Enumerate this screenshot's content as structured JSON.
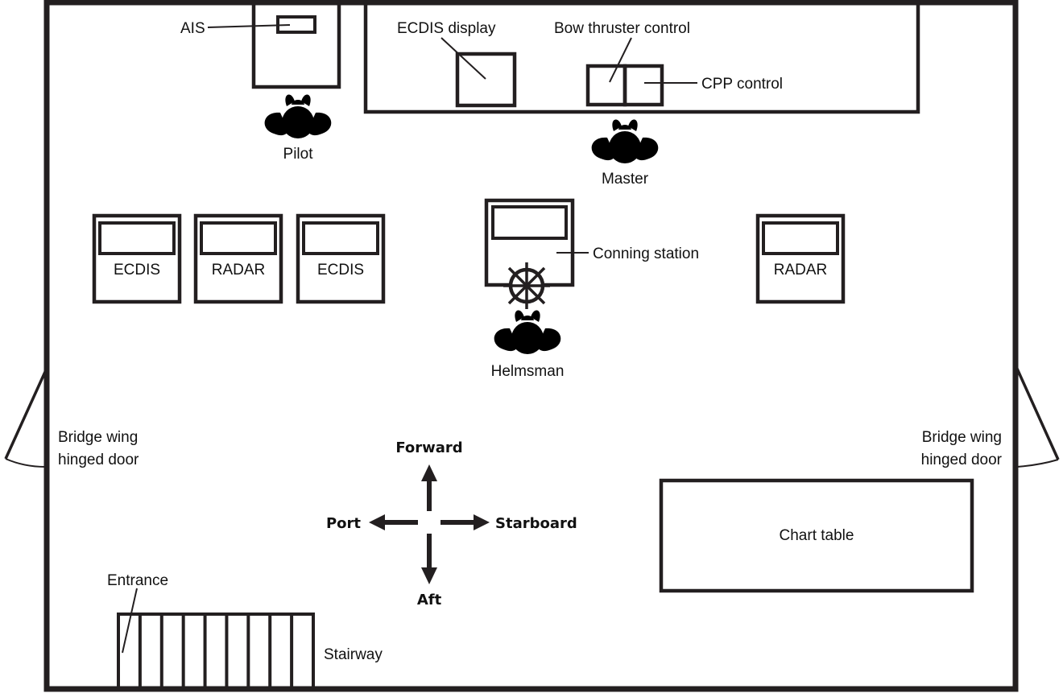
{
  "diagram": {
    "title": "Ship bridge layout",
    "colors": {
      "ink": "#231f20",
      "background": "#ffffff"
    },
    "labels": {
      "ais": "AIS",
      "ecdis_display": "ECDIS display",
      "bow_thruster": "Bow thruster control",
      "cpp_control": "CPP control",
      "pilot": "Pilot",
      "master": "Master",
      "helmsman": "Helmsman",
      "conning_station": "Conning station",
      "bridge_wing_left_1": "Bridge wing",
      "bridge_wing_left_2": "hinged door",
      "bridge_wing_right_1": "Bridge wing",
      "bridge_wing_right_2": "hinged door",
      "chart_table": "Chart table",
      "entrance": "Entrance",
      "stairway": "Stairway"
    },
    "consoles": [
      {
        "id": "console-1",
        "label": "ECDIS"
      },
      {
        "id": "console-2",
        "label": "RADAR"
      },
      {
        "id": "console-3",
        "label": "ECDIS"
      },
      {
        "id": "console-4",
        "label": "RADAR"
      }
    ],
    "compass": {
      "forward": "Forward",
      "aft": "Aft",
      "port": "Port",
      "starboard": "Starboard"
    },
    "stairway_steps": 9
  }
}
